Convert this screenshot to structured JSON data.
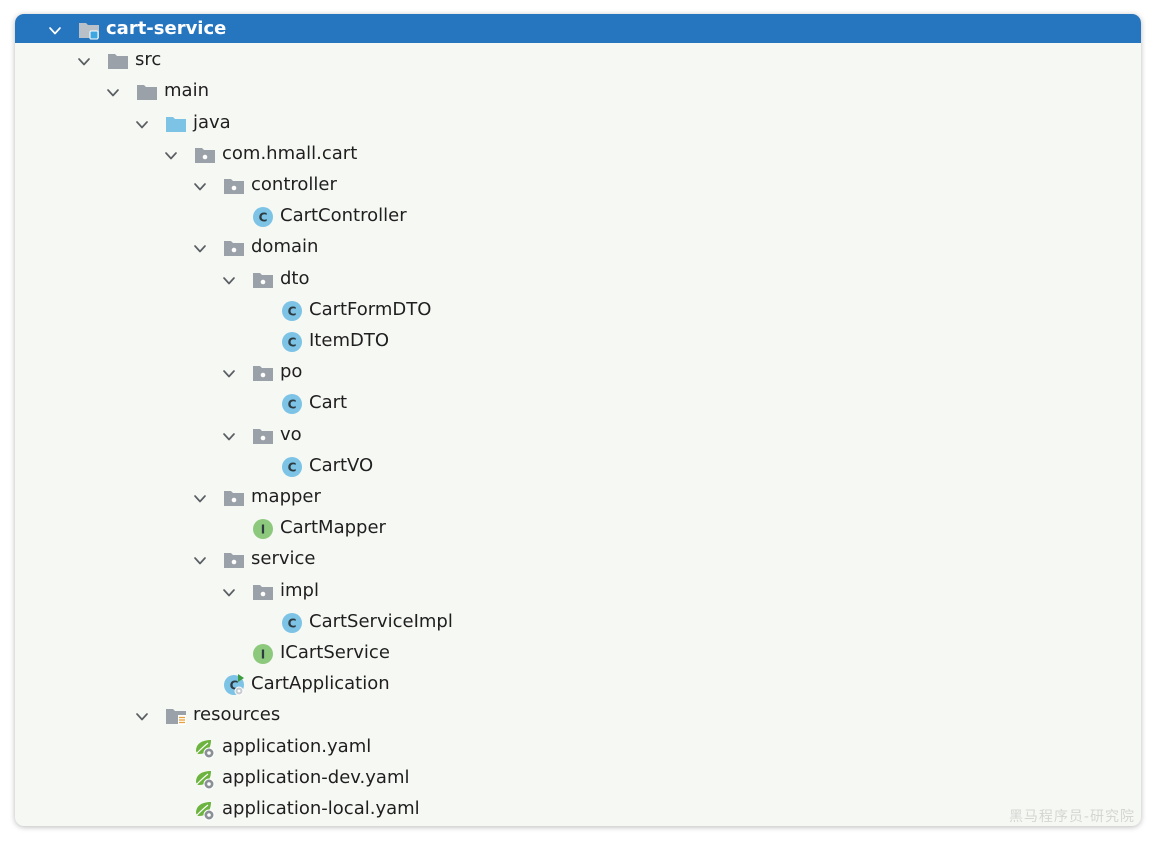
{
  "colors": {
    "selection": "#2675bf",
    "folder": "#9aa1a9",
    "source_folder": "#7cc3e6",
    "class_badge": "#7cc3e6",
    "interface_badge": "#8dc97d",
    "spring_leaf": "#6db33f"
  },
  "tree": [
    {
      "label": "cart-service",
      "depth": 0,
      "icon": "module-folder-icon",
      "expanded": true,
      "selected": true
    },
    {
      "label": "src",
      "depth": 1,
      "icon": "folder-icon",
      "expanded": true
    },
    {
      "label": "main",
      "depth": 2,
      "icon": "folder-icon",
      "expanded": true
    },
    {
      "label": "java",
      "depth": 3,
      "icon": "source-folder-icon",
      "expanded": true
    },
    {
      "label": "com.hmall.cart",
      "depth": 4,
      "icon": "package-icon",
      "expanded": true
    },
    {
      "label": "controller",
      "depth": 5,
      "icon": "package-icon",
      "expanded": true
    },
    {
      "label": "CartController",
      "depth": 6,
      "icon": "class-icon",
      "badge": "C"
    },
    {
      "label": "domain",
      "depth": 5,
      "icon": "package-icon",
      "expanded": true
    },
    {
      "label": "dto",
      "depth": 6,
      "icon": "package-icon",
      "expanded": true
    },
    {
      "label": "CartFormDTO",
      "depth": 7,
      "icon": "class-icon",
      "badge": "C"
    },
    {
      "label": "ItemDTO",
      "depth": 7,
      "icon": "class-icon",
      "badge": "C"
    },
    {
      "label": "po",
      "depth": 6,
      "icon": "package-icon",
      "expanded": true
    },
    {
      "label": "Cart",
      "depth": 7,
      "icon": "class-icon",
      "badge": "C"
    },
    {
      "label": "vo",
      "depth": 6,
      "icon": "package-icon",
      "expanded": true
    },
    {
      "label": "CartVO",
      "depth": 7,
      "icon": "class-icon",
      "badge": "C"
    },
    {
      "label": "mapper",
      "depth": 5,
      "icon": "package-icon",
      "expanded": true
    },
    {
      "label": "CartMapper",
      "depth": 6,
      "icon": "interface-icon",
      "badge": "I"
    },
    {
      "label": "service",
      "depth": 5,
      "icon": "package-icon",
      "expanded": true
    },
    {
      "label": "impl",
      "depth": 6,
      "icon": "package-icon",
      "expanded": true
    },
    {
      "label": "CartServiceImpl",
      "depth": 7,
      "icon": "class-icon",
      "badge": "C"
    },
    {
      "label": "ICartService",
      "depth": 6,
      "icon": "interface-icon",
      "badge": "I"
    },
    {
      "label": "CartApplication",
      "depth": 5,
      "icon": "spring-boot-app-icon",
      "badge": "C"
    },
    {
      "label": "resources",
      "depth": 3,
      "icon": "resources-folder-icon",
      "expanded": true
    },
    {
      "label": "application.yaml",
      "depth": 4,
      "icon": "spring-config-icon"
    },
    {
      "label": "application-dev.yaml",
      "depth": 4,
      "icon": "spring-config-icon"
    },
    {
      "label": "application-local.yaml",
      "depth": 4,
      "icon": "spring-config-icon"
    }
  ],
  "watermark": "黑马程序员-研究院"
}
